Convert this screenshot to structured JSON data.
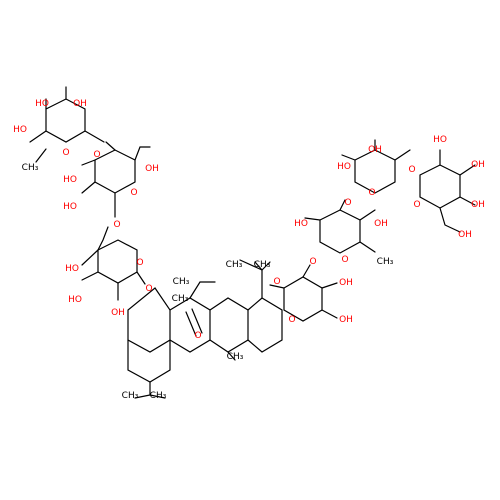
{
  "colors": {
    "background": "#ffffff",
    "bond": "#000000",
    "oxygen": "#ff0000",
    "carbon": "#000000"
  },
  "labels": {
    "ho_1": "HO",
    "ho_2": "OH",
    "ho_3": "HO",
    "methyl_rha1": "CH₃",
    "o_rha1_glc1": "O",
    "o_ring_rha1": "O",
    "ho_glc1_3": "HO",
    "ho_glc1_2": "HO",
    "oh_glc1_6": "OH",
    "o_ring_glc1": "O",
    "o_glc1_glc2": "O",
    "ho_glc2_4": "HO",
    "ho_glc2_3": "HO",
    "oh_glc2_2": "OH",
    "o_ring_glc2": "O",
    "o_ester": "O",
    "o_carbonyl": "O",
    "methyl_a": "CH₃",
    "methyl_b": "CH₃",
    "methyl_c": "CH₃",
    "methyl_d": "CH₃",
    "methyl_e": "CH₃",
    "methyl_f": "CH₃",
    "methyl_g": "CH₃",
    "o_c3": "O",
    "o_ring_ara": "O",
    "oh_ara_3": "OH",
    "oh_ara_4": "OH",
    "o_ara_rha2": "O",
    "ho_rha2": "HO",
    "oh_rha2_4": "OH",
    "o_ring_rha2": "O",
    "methyl_rha2": "CH₃",
    "o_rha2_xyl": "O",
    "ho_xyl_2": "HO",
    "oh_xyl_3": "OH",
    "o_ring_xyl": "O",
    "o_xyl_glc3": "O",
    "ho_glc3_2": "HO",
    "oh_glc3_3": "OH",
    "oh_glc3_4": "OH",
    "o_ring_glc3": "O",
    "oh_glc3_6": "OH"
  }
}
